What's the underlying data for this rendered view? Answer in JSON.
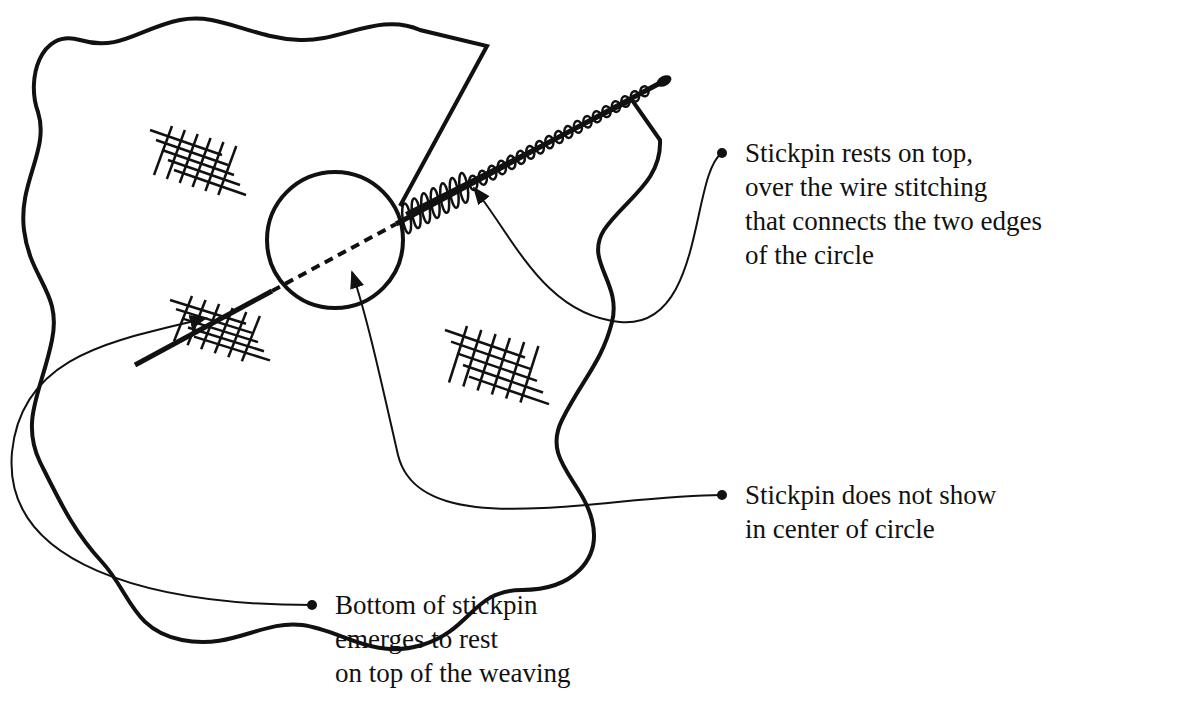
{
  "diagram": {
    "labels": [
      "Stickpin rests on top, over the wire stitching that connects the two edges of the circle",
      "Stickpin does not show in center of circle",
      "Bottom of stickpin emerges to rest on top of the weaving"
    ]
  }
}
